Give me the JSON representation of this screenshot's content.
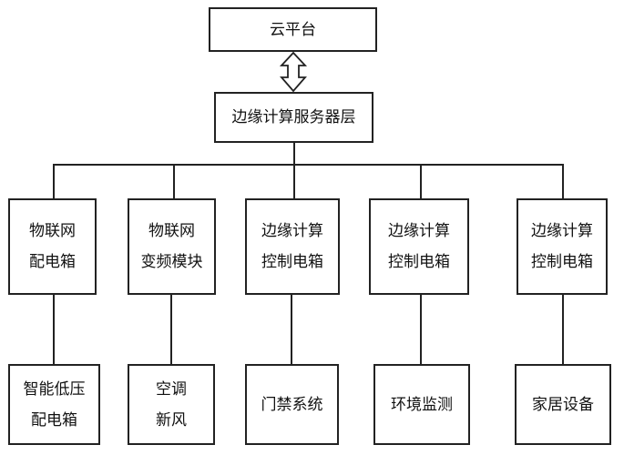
{
  "cloud": {
    "label": "云平台"
  },
  "edge_server": {
    "label": "边缘计算服务器层"
  },
  "modules": [
    {
      "lines": [
        "物联网",
        "配电箱"
      ],
      "device_lines": [
        "智能低压",
        "配电箱"
      ]
    },
    {
      "lines": [
        "物联网",
        "变频模块"
      ],
      "device_lines": [
        "空调",
        "新风"
      ]
    },
    {
      "lines": [
        "边缘计算",
        "控制电箱"
      ],
      "device_lines": [
        "门禁系统"
      ]
    },
    {
      "lines": [
        "边缘计算",
        "控制电箱"
      ],
      "device_lines": [
        "环境监测"
      ]
    },
    {
      "lines": [
        "边缘计算",
        "控制电箱"
      ],
      "device_lines": [
        "家居设备"
      ]
    }
  ]
}
